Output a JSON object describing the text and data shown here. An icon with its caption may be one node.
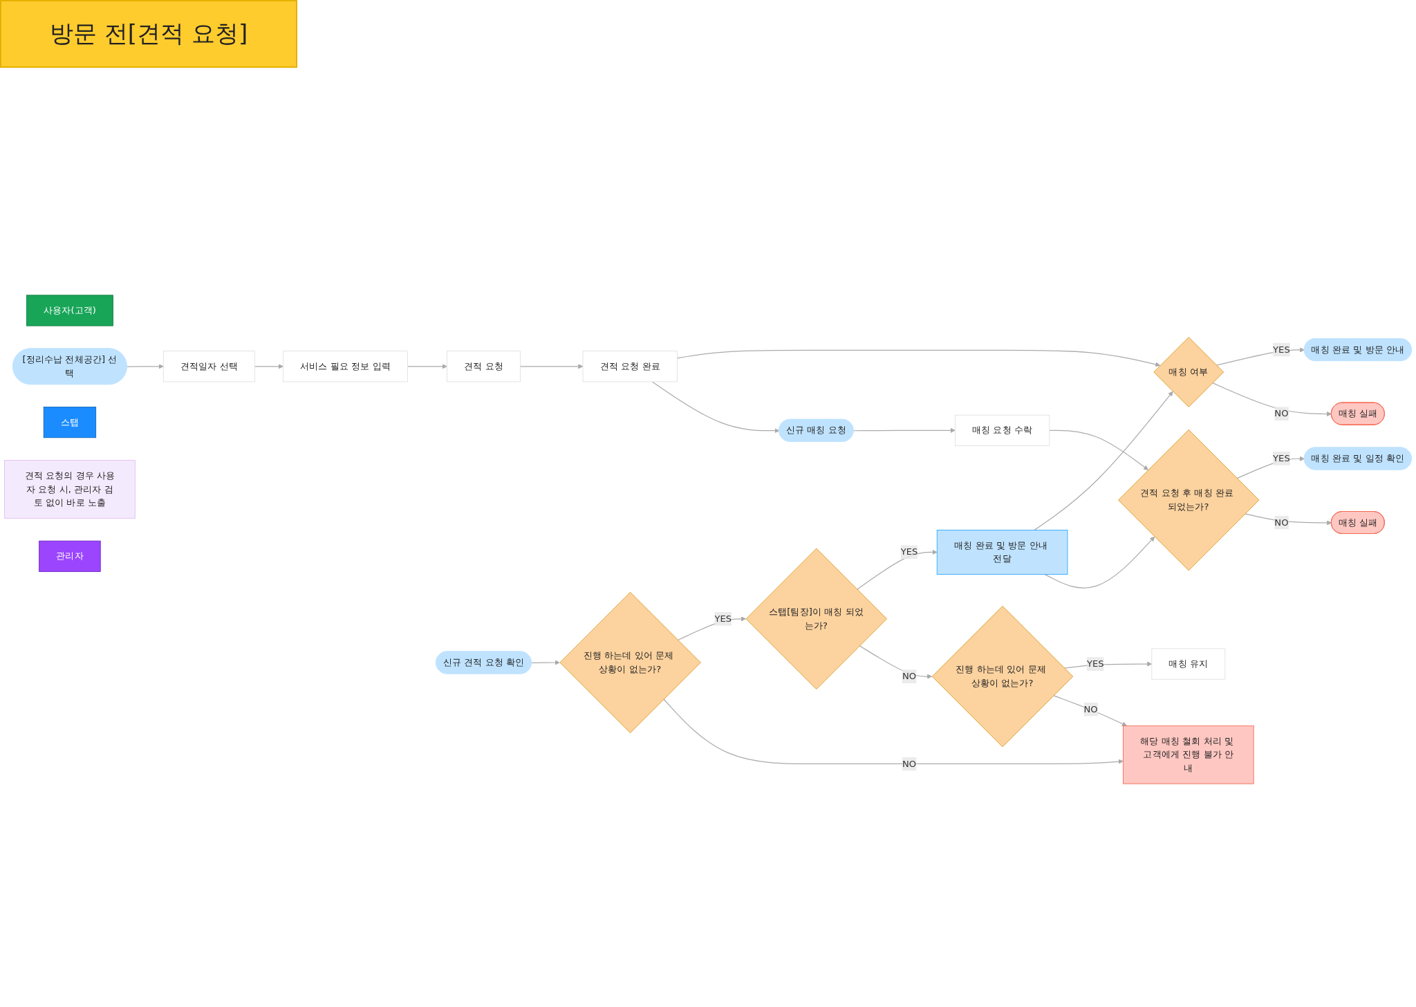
{
  "diagram": {
    "title": "방문 전[견적 요청]",
    "nodes": [
      {
        "text": [
          "사용자(고객)"
        ]
      },
      {
        "text": [
          "[정리수납 전체공간] 선택"
        ]
      },
      {
        "text": [
          "견적일자 선택"
        ]
      },
      {
        "text": [
          "서비스 필요 정보 입력"
        ]
      },
      {
        "text": [
          "견적 요청"
        ]
      },
      {
        "text": [
          "견적 요청 완료"
        ]
      },
      {
        "text": [
          "매칭 여부"
        ]
      },
      {
        "text": [
          "매칭 완료 및 방문 안내"
        ]
      },
      {
        "text": [
          "매칭 실패"
        ]
      },
      {
        "text": [
          "스탭"
        ]
      },
      {
        "text": [
          "견적 요청의 경우 사용자 요청 시, 관리자 검토 없이 바로 노출"
        ]
      },
      {
        "text": [
          "신규 매칭 요청"
        ]
      },
      {
        "text": [
          "매칭 요청 수락"
        ]
      },
      {
        "text": [
          "견적 요청 후 매칭 완료 되었는가?"
        ]
      },
      {
        "text": [
          "매칭 완료 및 일정 확인"
        ]
      },
      {
        "text": [
          "매칭 실패"
        ]
      },
      {
        "text": [
          "관리자"
        ]
      },
      {
        "text": [
          "신규 견적 요청 확인"
        ]
      },
      {
        "text": [
          "진행 하는데 있어 문제 상황이 없는가?"
        ]
      },
      {
        "text": [
          "스탭[팀장]이 매칭 되었는가?"
        ]
      },
      {
        "text": [
          "매칭 완료 및 방문 안내 전달"
        ]
      },
      {
        "text": [
          "진행 하는데 있어 문제 상황이 없는가?"
        ]
      },
      {
        "text": [
          "매칭 유지"
        ]
      },
      {
        "text": [
          "해당 매칭 철회 처리 및 고객에게 진행 불가 안내"
        ]
      }
    ],
    "edges": [
      {
        "from": 1,
        "to": 2,
        "arrow": "to"
      },
      {
        "from": 2,
        "to": 3,
        "arrow": "to"
      },
      {
        "from": 3,
        "to": 4,
        "arrow": "to"
      },
      {
        "from": 4,
        "to": 5,
        "arrow": "to"
      },
      {
        "from": 5,
        "to": 6,
        "arrow": "to"
      },
      {
        "from": 6,
        "to": 7,
        "arrow": "to",
        "label": "YES"
      },
      {
        "from": 6,
        "to": 8,
        "arrow": "to",
        "label": "NO"
      },
      {
        "from": 5,
        "to": 11,
        "arrow": "to"
      },
      {
        "from": 11,
        "to": 12,
        "arrow": "to"
      },
      {
        "from": 12,
        "to": 13,
        "arrow": "to"
      },
      {
        "from": 13,
        "to": 14,
        "arrow": "to",
        "label": "YES"
      },
      {
        "from": 13,
        "to": 15,
        "arrow": "to",
        "label": "NO"
      },
      {
        "from": 17,
        "to": 18,
        "arrow": "to"
      },
      {
        "from": 18,
        "to": 19,
        "arrow": "to",
        "label": "YES"
      },
      {
        "from": 18,
        "to": 23,
        "arrow": "to",
        "label": "NO"
      },
      {
        "from": 19,
        "to": 20,
        "arrow": "to",
        "label": "YES"
      },
      {
        "from": 19,
        "to": 21,
        "arrow": "to",
        "label": "NO"
      },
      {
        "from": 21,
        "to": 22,
        "arrow": "to",
        "label": "YES"
      },
      {
        "from": 21,
        "to": 23,
        "arrow": "to",
        "label": "NO"
      },
      {
        "from": 20,
        "to": 6,
        "arrow": "to"
      },
      {
        "from": 20,
        "to": 13,
        "arrow": "to"
      }
    ]
  }
}
